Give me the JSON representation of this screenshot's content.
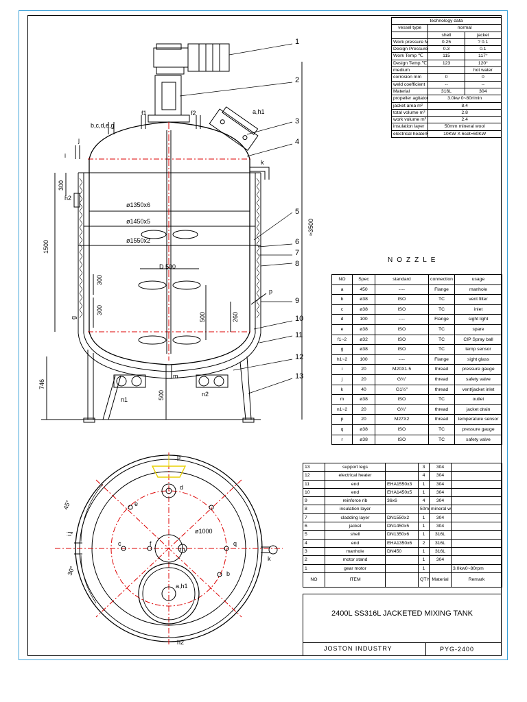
{
  "tech": {
    "title": "technology data",
    "rows": [
      [
        "vessel type",
        "normal",
        ""
      ],
      [
        "",
        "shell",
        "jacket"
      ],
      [
        "Work pressure MPa",
        "0.25",
        "? 0.1"
      ],
      [
        "Design Pressure MPa",
        "0.3",
        "0.1"
      ],
      [
        "Work Temp ℃",
        "115",
        "117°"
      ],
      [
        "Design Temp.℃",
        "123",
        "120°"
      ],
      [
        "medium",
        "",
        "hot water"
      ],
      [
        "corrosion mm",
        "0",
        "0"
      ],
      [
        "weld coefficient",
        "--",
        "--"
      ],
      [
        "Material",
        "316L",
        "304"
      ],
      [
        "propeller agitator",
        "3.0kw 0~80r/min",
        ""
      ],
      [
        "jacket area m²",
        "8.4",
        ""
      ],
      [
        "total volume m³",
        "2.8",
        ""
      ],
      [
        "work volume m³",
        "2.4",
        ""
      ],
      [
        "insulation layer",
        "50mm mineral wool",
        ""
      ],
      [
        "electrical heaterKW",
        "10KW X 6set=60KW",
        ""
      ]
    ]
  },
  "nozzle": {
    "title": "NOZZLE",
    "headers": [
      "NO",
      "Spec",
      "standard",
      "connection",
      "usage"
    ],
    "rows": [
      [
        "a",
        "450",
        "----",
        "Flange",
        "manhole"
      ],
      [
        "b",
        "ø38",
        "ISO",
        "TC",
        "vent filter"
      ],
      [
        "c",
        "ø38",
        "ISO",
        "TC",
        "inlet"
      ],
      [
        "d",
        "100",
        "----",
        "Flange",
        "sight light"
      ],
      [
        "e",
        "ø38",
        "ISO",
        "TC",
        "spare"
      ],
      [
        "f1~2",
        "ø32",
        "ISO",
        "TC",
        "CIP Spray ball"
      ],
      [
        "g",
        "ø38",
        "ISO",
        "TC",
        "temp sensor"
      ],
      [
        "h1~2",
        "100",
        "----",
        "Flange",
        "sight glass"
      ],
      [
        "i",
        "20",
        "M20X1.5",
        "thread",
        "pressure gauge"
      ],
      [
        "j",
        "20",
        "G¾\"",
        "thread",
        "safety valve"
      ],
      [
        "k",
        "40",
        "G1½\"",
        "thread",
        "vent/jacket inlet"
      ],
      [
        "m",
        "ø38",
        "ISO",
        "TC",
        "outlet"
      ],
      [
        "n1~2",
        "20",
        "G¾\"",
        "thread",
        "jacket drain"
      ],
      [
        "p",
        "20",
        "M27X2",
        "thread",
        "temperature sensor"
      ],
      [
        "q",
        "ø38",
        "ISO",
        "TC",
        "pressure gauge"
      ],
      [
        "r",
        "ø38",
        "ISO",
        "TC",
        "safety valve"
      ]
    ]
  },
  "bom": {
    "rows": [
      [
        "13",
        "support legs",
        "",
        "3",
        "304",
        ""
      ],
      [
        "12",
        "electrical heater",
        "",
        "4",
        "304",
        ""
      ],
      [
        "11",
        "end",
        "EHA1550x3",
        "1",
        "304",
        ""
      ],
      [
        "10",
        "end",
        "EHA1450x5",
        "1",
        "304",
        ""
      ],
      [
        "9",
        "reinforce rib",
        "36x6",
        "4",
        "304",
        ""
      ],
      [
        "8",
        "insulation layer",
        "",
        "50mm",
        "mineral wool",
        ""
      ],
      [
        "7",
        "cladding layer",
        "DN1550x2",
        "1",
        "304",
        ""
      ],
      [
        "6",
        "jacket",
        "DN1450x5",
        "1",
        "304",
        ""
      ],
      [
        "5",
        "shell",
        "DN1350x6",
        "1",
        "316L",
        ""
      ],
      [
        "4",
        "end",
        "EHA1350x6",
        "2",
        "316L",
        ""
      ],
      [
        "3",
        "manhole",
        "DN450",
        "1",
        "316L",
        ""
      ],
      [
        "2",
        "motor stand",
        "",
        "1",
        "304",
        ""
      ],
      [
        "1",
        "gear motor",
        "",
        "1",
        "",
        "3.0kw0~80rpm"
      ]
    ],
    "headers": [
      "NO",
      "ITEM",
      "",
      "QTY",
      "Material",
      "Remark"
    ]
  },
  "title_block": {
    "title": "2400L SS316L JACKETED MIXING TANK",
    "company": "JOSTON INDUSTRY",
    "drawing_no": "PYG-2400"
  },
  "drawing": {
    "part_numbers": [
      "1",
      "2",
      "3",
      "4",
      "5",
      "6",
      "7",
      "8",
      "9",
      "10",
      "11",
      "12",
      "13"
    ],
    "top_labels": {
      "bcdeg": "b,c,d,e,g",
      "f1": "f1",
      "f2": "f2",
      "ah1": "a,h1",
      "k": "k",
      "i": "i",
      "j": "j",
      "h2": "h2",
      "p": "p",
      "g": "g",
      "m": "m",
      "n1": "n1",
      "n2": "n2"
    },
    "diameters": [
      "ø1350x6",
      "ø1450x5",
      "ø1550x2"
    ],
    "impeller": "D 500",
    "dims": {
      "d300a": "300",
      "d1500": "1500",
      "d3500": "≈3500",
      "d300b": "300",
      "d300c": "300",
      "d500": "500",
      "d260": "260",
      "d746": "746",
      "d500b": "500"
    },
    "plan_labels": {
      "p": "p",
      "d": "d",
      "e": "e",
      "c": "c",
      "f": "f",
      "ij": "i,j",
      "q": "q",
      "k": "k",
      "b": "b",
      "ah1": "a,h1",
      "h2": "h2",
      "m": "m",
      "d1000": "ø1000",
      "a45": "45°",
      "a30": "30°"
    }
  }
}
